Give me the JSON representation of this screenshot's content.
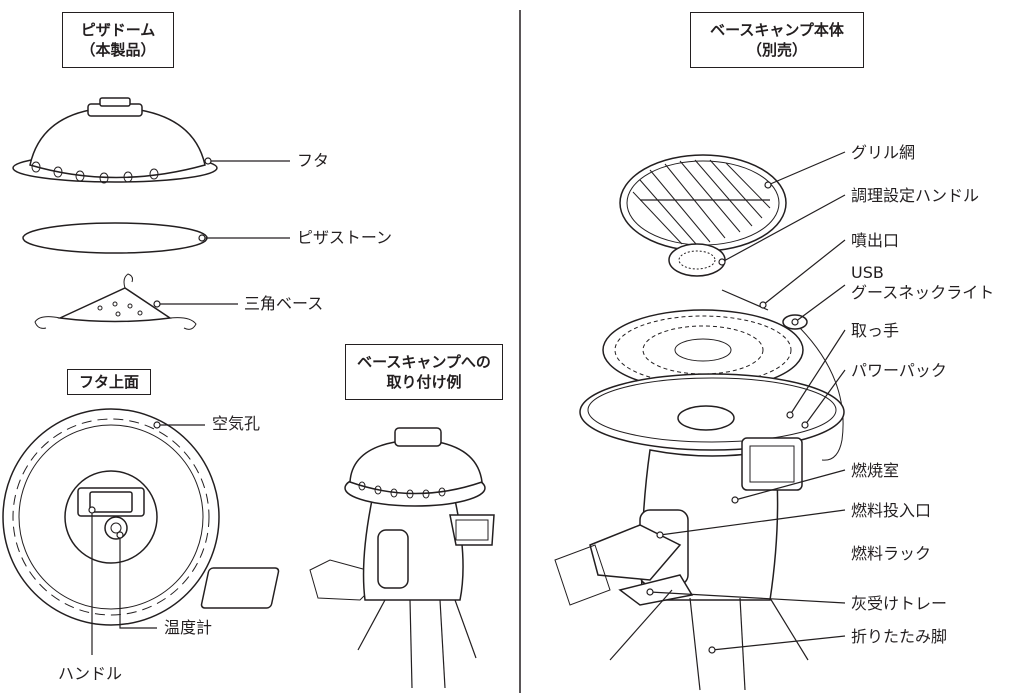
{
  "boxes": {
    "pizza_dome_title": "ピザドーム",
    "pizza_dome_sub": "（本製品）",
    "basecamp_title": "ベースキャンプ本体",
    "basecamp_sub": "（別売）",
    "lid_top_title": "フタ上面",
    "attach_example_line1": "ベースキャンプへの",
    "attach_example_line2": "取り付け例"
  },
  "labels": {
    "lid": "フタ",
    "pizza_stone": "ピザストーン",
    "triangle_base": "三角ベース",
    "air_holes": "空気孔",
    "thermometer": "温度計",
    "handle": "ハンドル",
    "grill_net": "グリル網",
    "cooking_handle": "調理設定ハンドル",
    "nozzle": "噴出口",
    "usb_line1": "USB",
    "usb_line2": "グースネックライト",
    "grip": "取っ手",
    "power_pack": "パワーパック",
    "combustion_chamber": "燃焼室",
    "fuel_inlet": "燃料投入口",
    "fuel_rack": "燃料ラック",
    "ash_tray": "灰受けトレー",
    "folding_legs": "折りたたみ脚"
  }
}
